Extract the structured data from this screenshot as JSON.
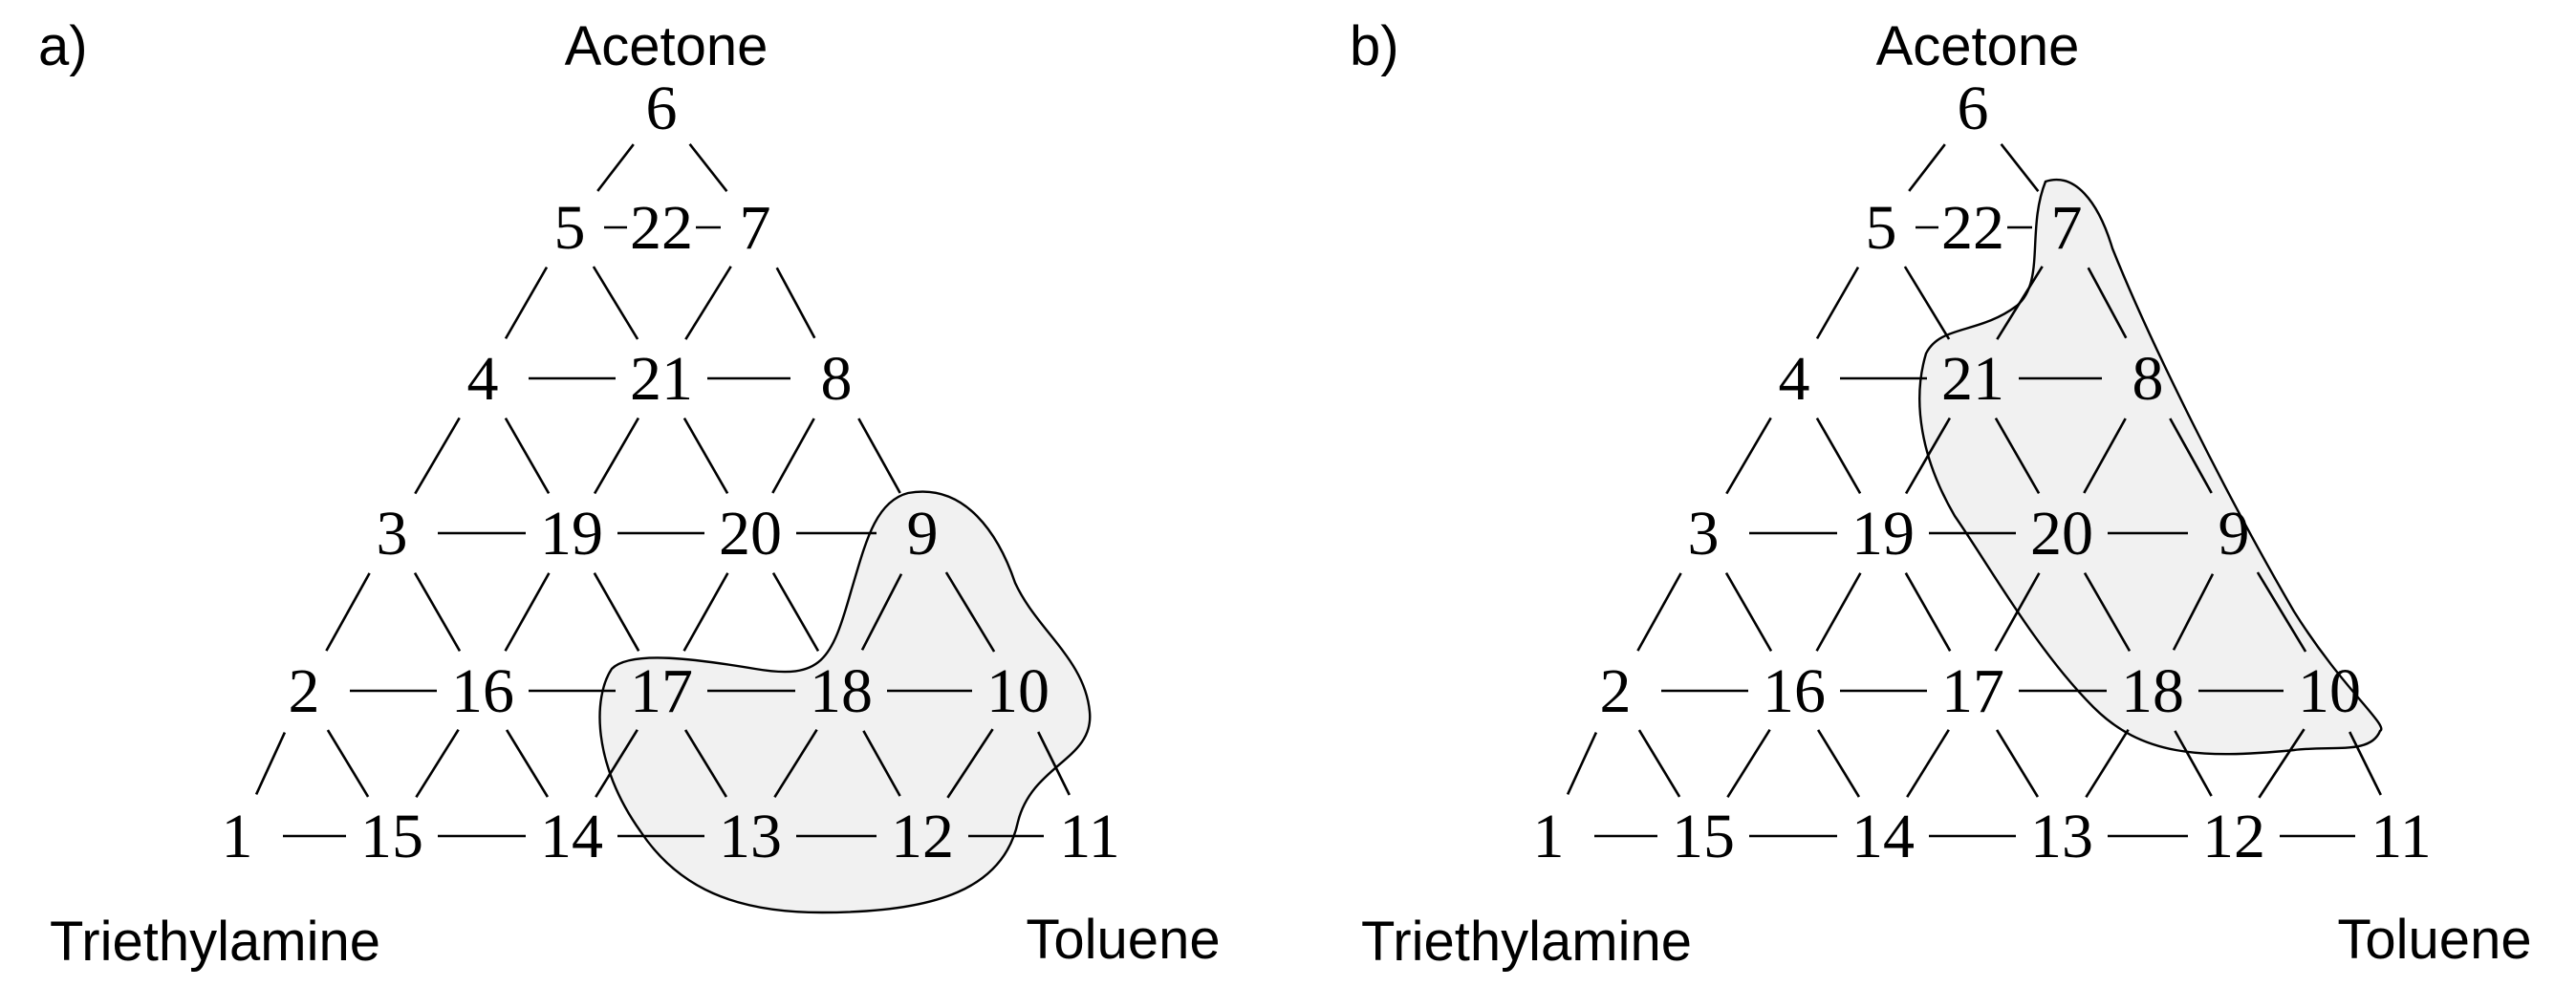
{
  "panels": [
    {
      "id": "a",
      "label": "a)",
      "corners": {
        "top": "Acetone",
        "left": "Triethylamine",
        "right": "Toluene"
      },
      "highlighted_nodes": [
        "9",
        "10",
        "11",
        "12",
        "13",
        "17",
        "18"
      ]
    },
    {
      "id": "b",
      "label": "b)",
      "corners": {
        "top": "Acetone",
        "left": "Triethylamine",
        "right": "Toluene"
      },
      "highlighted_nodes": [
        "7",
        "8",
        "9",
        "10",
        "18",
        "20",
        "21"
      ]
    }
  ],
  "grid": {
    "rows": [
      [
        "6"
      ],
      [
        "5",
        "22",
        "7"
      ],
      [
        "4",
        "21",
        "8"
      ],
      [
        "3",
        "19",
        "20",
        "9"
      ],
      [
        "2",
        "16",
        "17",
        "18",
        "10"
      ],
      [
        "1",
        "15",
        "14",
        "13",
        "12",
        "11"
      ]
    ]
  },
  "colors": {
    "region_fill": "#f1f1f1",
    "line": "#000000"
  }
}
